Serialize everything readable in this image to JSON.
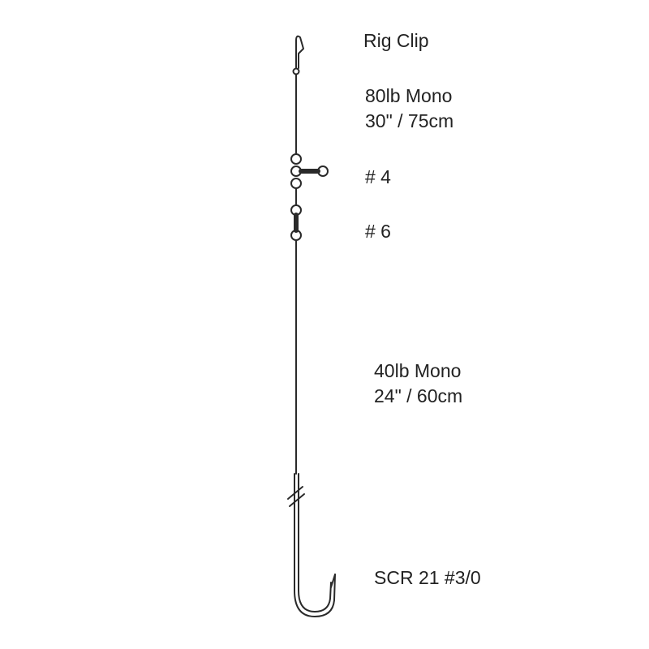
{
  "labels": {
    "rig_clip": "Rig Clip",
    "main_line_weight": "80lb Mono",
    "main_line_length": "30\" / 75cm",
    "swivel_top": "# 4",
    "swivel_bottom": "# 6",
    "hook_line_weight": "40lb Mono",
    "hook_line_length": "24\" / 60cm",
    "hook": "SCR 21 #3/0"
  },
  "colors": {
    "line": "#2a2a2a",
    "text": "#222222",
    "background": "#ffffff"
  }
}
